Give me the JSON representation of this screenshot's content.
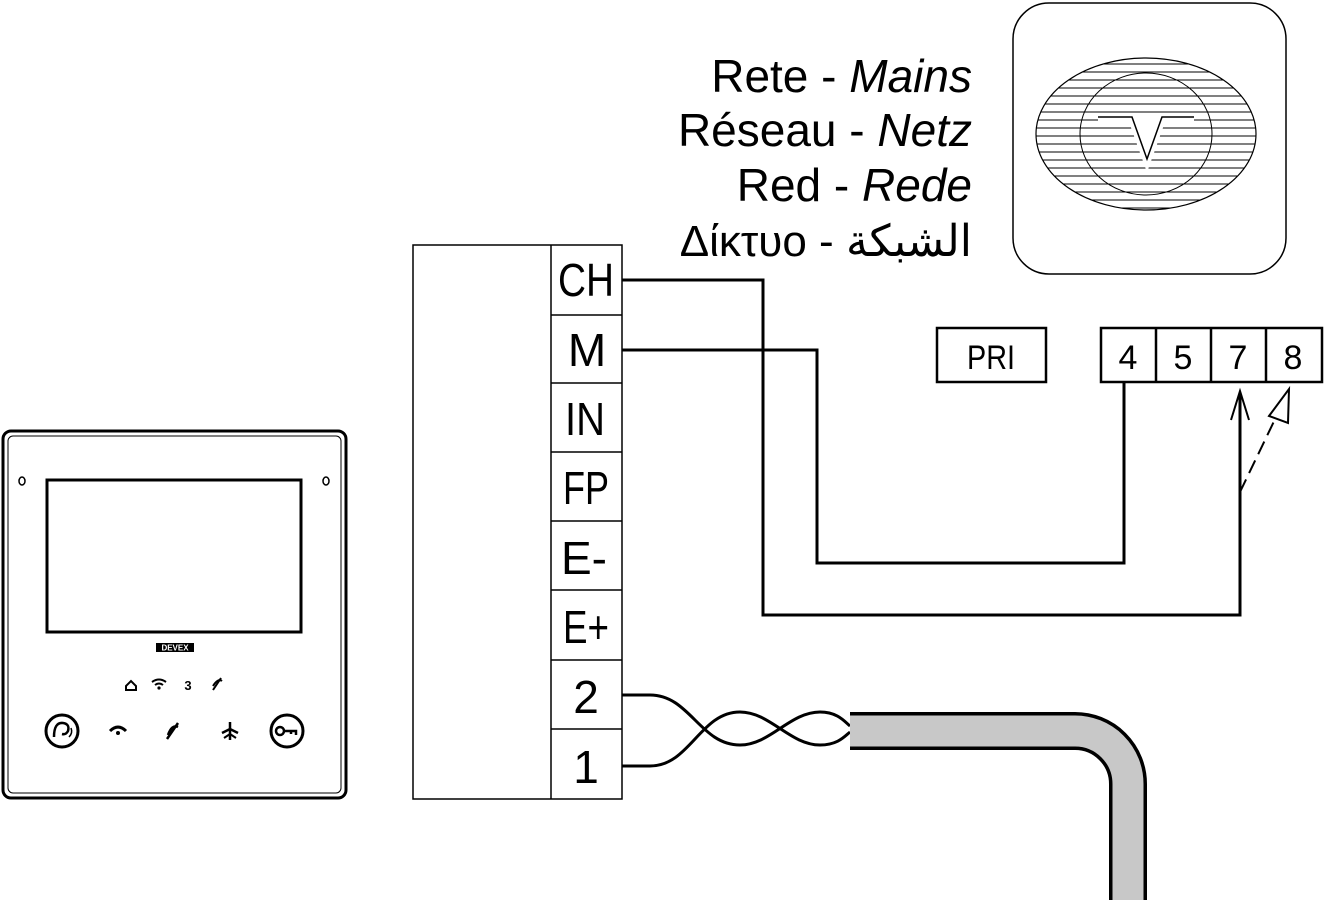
{
  "mains_label": {
    "line1": {
      "it": "Rete",
      "dash": " - ",
      "en": "Mains"
    },
    "line2": {
      "fr": "Réseau",
      "dash": " - ",
      "de": "Netz"
    },
    "line3": {
      "es": "Red",
      "dash": " - ",
      "pt": "Rede"
    },
    "line4": {
      "el": "Δίκτυο",
      "dash": " - ",
      "ar": "الشبكة"
    }
  },
  "terminal_block": {
    "terminals": [
      "CH",
      "M",
      "IN",
      "FP",
      "E-",
      "E+",
      "2",
      "1"
    ]
  },
  "relay": {
    "pri_label": "PRI",
    "contacts": [
      "4",
      "5",
      "7",
      "8"
    ]
  },
  "monitor": {
    "brand": "DEVEX",
    "status_icons": [
      "home-icon",
      "wifi-icon",
      "three-icon",
      "mute-icon"
    ],
    "buttons": [
      "speaker-answer-button",
      "handset-button",
      "mute-button",
      "fan-button",
      "key-button"
    ]
  },
  "colors": {
    "line": "#000000",
    "cable_fill": "#c8c8c8"
  }
}
